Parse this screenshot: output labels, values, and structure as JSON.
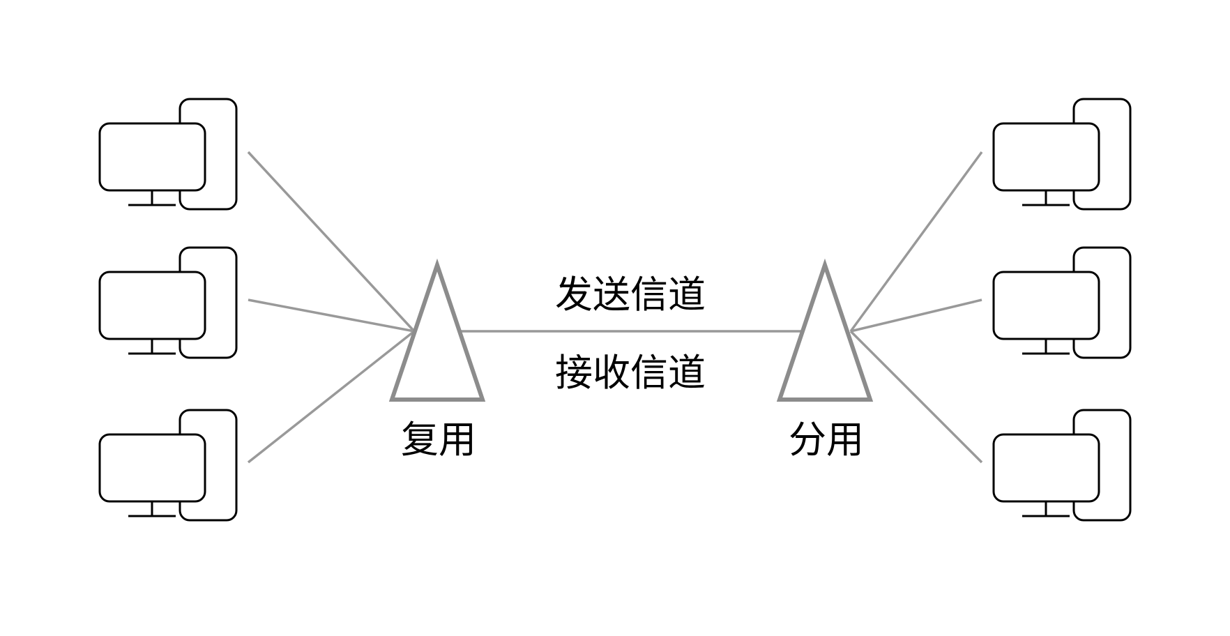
{
  "labels": {
    "send_channel": "发送信道",
    "receive_channel": "接收信道",
    "multiplexer": "复用",
    "demultiplexer": "分用"
  },
  "colors": {
    "link": "#999999",
    "triangle": "#8c8c8c",
    "computer_outline": "#000000"
  },
  "computers": {
    "left": [
      "computer",
      "computer",
      "computer"
    ],
    "right": [
      "computer",
      "computer",
      "computer"
    ]
  }
}
